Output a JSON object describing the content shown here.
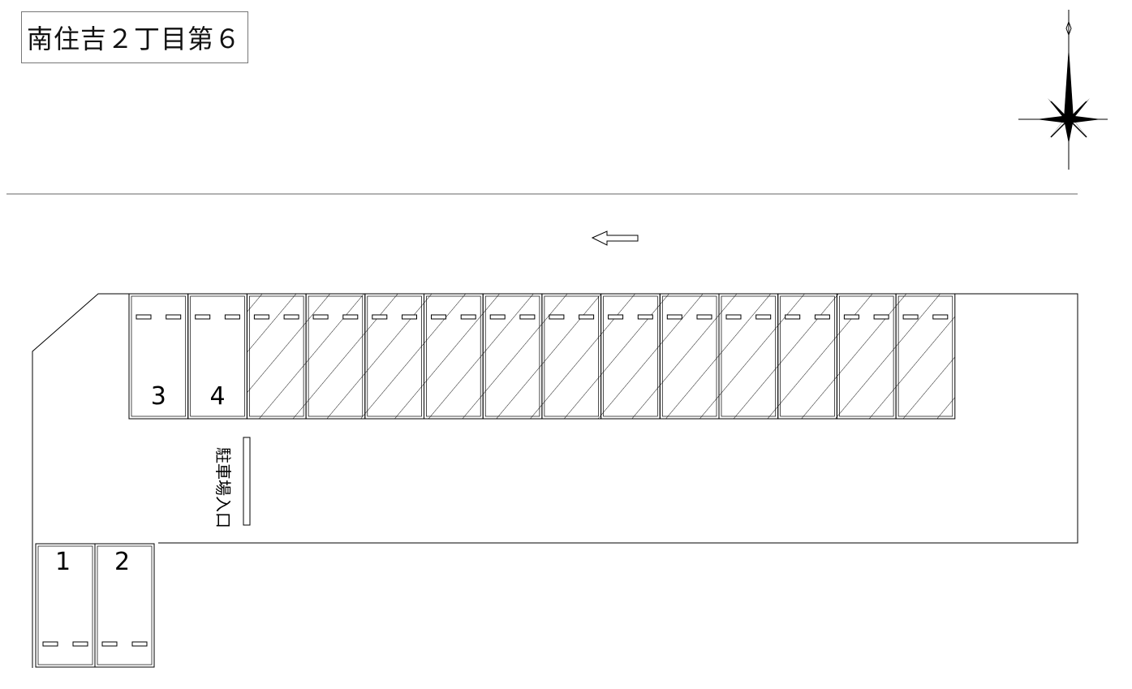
{
  "title": "南住吉２丁目第６",
  "space_labels": [
    "1",
    "2",
    "3",
    "4"
  ],
  "hatched_space_count": 12,
  "entrance_label": "駐車場入口",
  "traffic_arrow_direction": "left",
  "icons": [
    "compass-rose-icon",
    "traffic-arrow-icon"
  ],
  "colors": {
    "line": "#000000",
    "road_line": "#999999",
    "title_border": "#777777"
  }
}
